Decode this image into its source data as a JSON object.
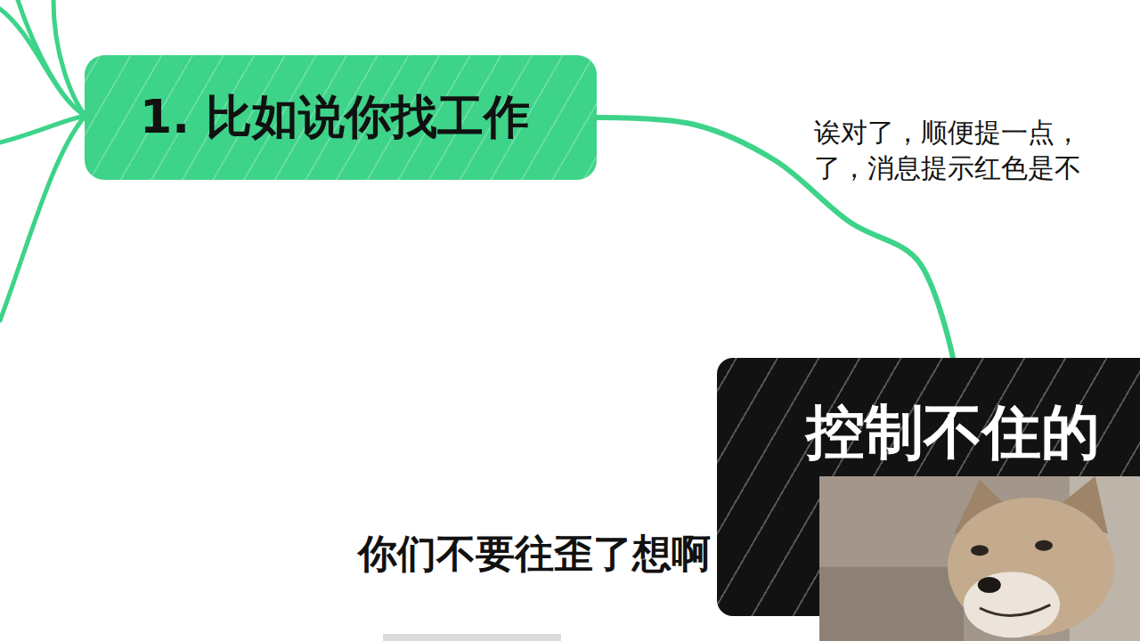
{
  "diagram": {
    "nodes": [
      {
        "text": [
          "1. 比如说你找工作"
        ]
      },
      {
        "text": [
          "控制不住的"
        ]
      }
    ],
    "edges": [
      {
        "from": 0,
        "to": 1,
        "arrow": "none"
      }
    ],
    "labels": [
      "诶对了，顺便提一点，",
      "了，消息提示红色是不",
      "你们不要往歪了想啊"
    ]
  }
}
